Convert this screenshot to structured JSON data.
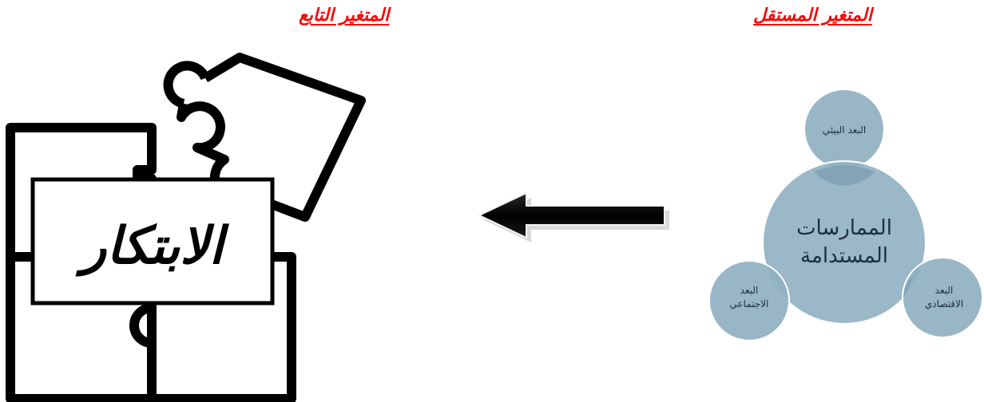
{
  "headings": {
    "dependent_variable": "المتغير التابع",
    "independent_variable": "المتغير المستقل"
  },
  "innovation": {
    "label": "الابتكار"
  },
  "sustainable_practices": {
    "center": {
      "line1": "الممارسات",
      "line2": "المستدامة"
    },
    "dimensions": {
      "environmental": "البعد البيئي",
      "economic": {
        "line1": "البعد",
        "line2": "الاقتصادي"
      },
      "social": {
        "line1": "البعد",
        "line2": "الاجتماعي"
      }
    }
  },
  "colors": {
    "heading": "#ff0000",
    "circle_fill": "#8fb0c1",
    "circle_stroke": "#ffffff",
    "arrow": "#000000",
    "puzzle": "#000000"
  },
  "icons": {
    "puzzle": "puzzle-pieces-icon",
    "arrow": "left-arrow-icon"
  }
}
